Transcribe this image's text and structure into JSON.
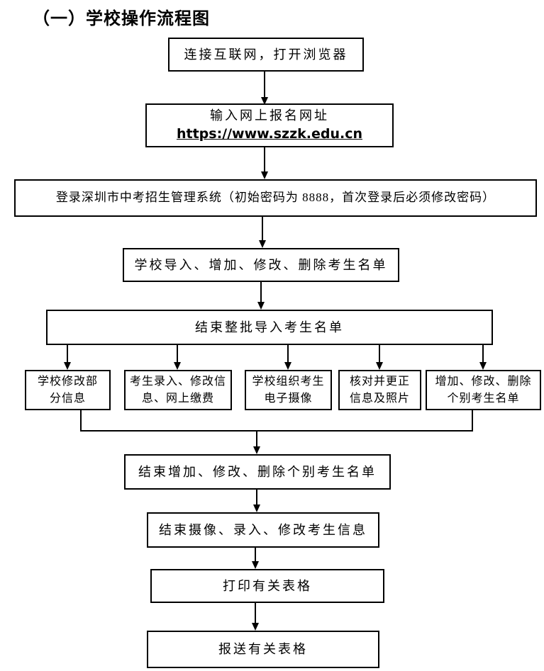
{
  "page": {
    "title": "（一）学校操作流程图"
  },
  "colors": {
    "line": "#000000",
    "text": "#000000",
    "background": "#ffffff"
  },
  "flowchart": {
    "nodes": {
      "connect_internet": {
        "label": "连接互联网，打开浏览器"
      },
      "enter_signup_url": {
        "label": "输入网上报名网址",
        "url": "https://www.szzk.edu.cn"
      },
      "login_system": {
        "label": "登录深圳市中考招生管理系统（初始密码为 8888，首次登录后必须修改密码）"
      },
      "school_manage_list": {
        "label": "学校导入、增加、修改、删除考生名单"
      },
      "finish_batch_import": {
        "label": "结束整批导入考生名单"
      },
      "school_modify_partial": {
        "label": "学校修改部分信息"
      },
      "candidate_entry_pay": {
        "label": "考生录入、修改信息、网上缴费"
      },
      "school_photo": {
        "label": "学校组织考生电子摄像"
      },
      "verify_correct": {
        "label": "核对并更正信息及照片"
      },
      "manage_individual": {
        "label": "增加、修改、删除个别考生名单"
      },
      "finish_individual": {
        "label": "结束增加、修改、删除个别考生名单"
      },
      "finish_photo_entry": {
        "label": "结束摄像、录入、修改考生信息"
      },
      "print_forms": {
        "label": "打印有关表格"
      },
      "submit_forms": {
        "label": "报送有关表格"
      }
    }
  }
}
